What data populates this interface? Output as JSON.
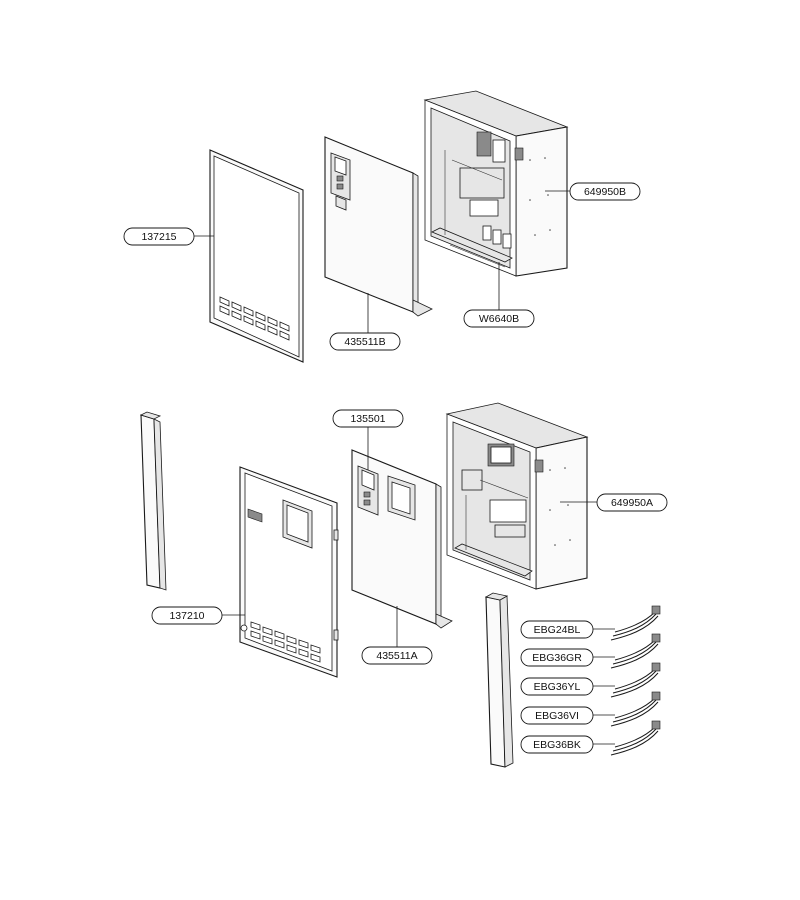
{
  "parts": {
    "p137215": "137215",
    "p435511B": "435511B",
    "p649950B": "649950B",
    "pW6640B": "W6640B",
    "p135501": "135501",
    "p649950A": "649950A",
    "p137210": "137210",
    "p435511A": "435511A",
    "pEBG24BL": "EBG24BL",
    "pEBG36GR": "EBG36GR",
    "pEBG36YL": "EBG36YL",
    "pEBG36VI": "EBG36VI",
    "pEBG36BK": "EBG36BK"
  }
}
